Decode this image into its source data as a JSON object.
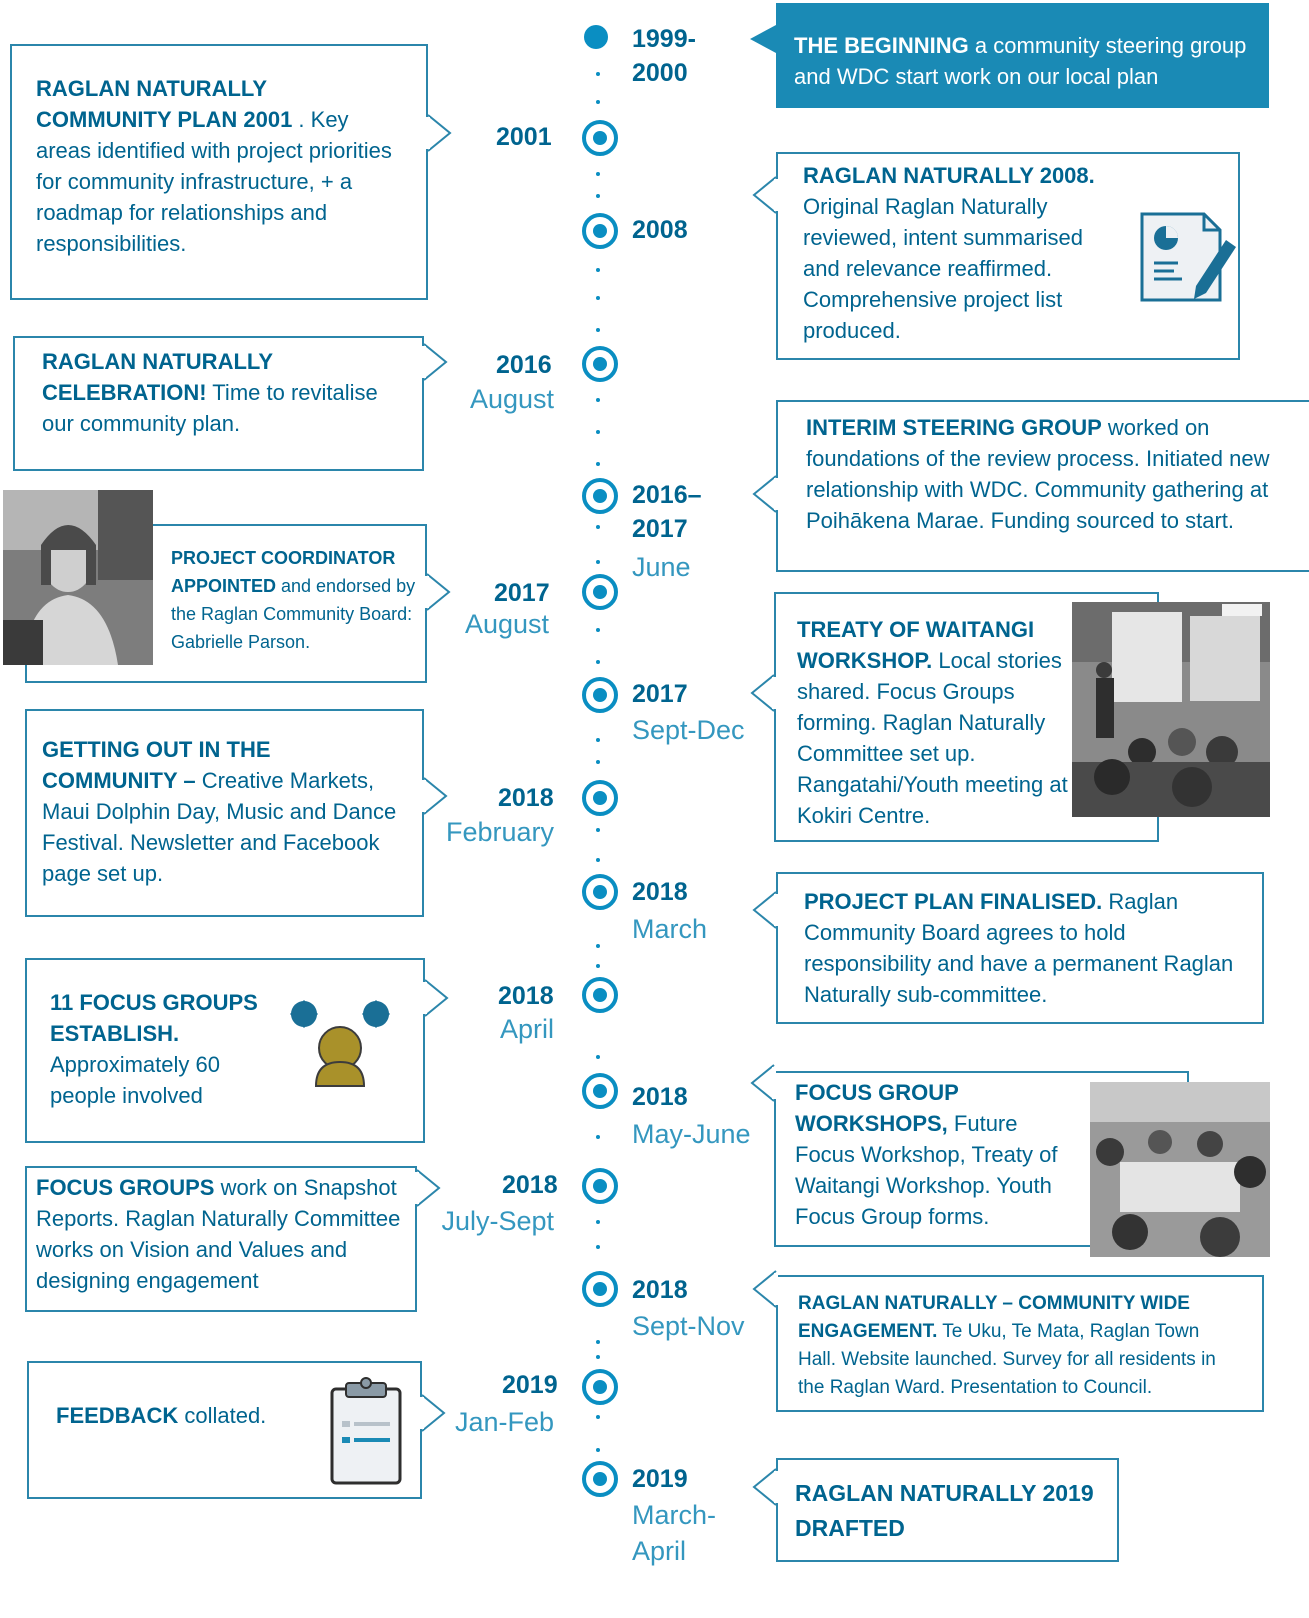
{
  "timeline": {
    "y1999": {
      "year": "1999-\n2000"
    },
    "y2001": {
      "year": "2001"
    },
    "y2008": {
      "year": "2008"
    },
    "y2016": {
      "year": "2016",
      "sub": "August"
    },
    "y2016b": {
      "year": "2016–\n2017",
      "sub": "June"
    },
    "y2017": {
      "year": "2017",
      "sub": "August"
    },
    "y2017b": {
      "year": "2017",
      "sub": "Sept-Dec"
    },
    "y2018a": {
      "year": "2018",
      "sub": "February"
    },
    "y2018b": {
      "year": "2018",
      "sub": "March"
    },
    "y2018c": {
      "year": "2018",
      "sub": "April"
    },
    "y2018d": {
      "year": "2018",
      "sub": "May-June"
    },
    "y2018e": {
      "year": "2018",
      "sub": "July-Sept"
    },
    "y2018f": {
      "year": "2018",
      "sub": "Sept-Nov"
    },
    "y2019a": {
      "year": "2019",
      "sub": "Jan-Feb"
    },
    "y2019b": {
      "year": "2019",
      "sub": "March-\nApril"
    }
  },
  "boxes": {
    "beginning": {
      "bold": "THE BEGINNING",
      "text": " a community steering group and WDC start work on our local plan"
    },
    "plan2001": {
      "bold": "RAGLAN NATURALLY COMMUNITY PLAN 2001",
      "text": " .  Key areas identified with project priorities for community infrastructure, + a roadmap for relationships and responsibilities."
    },
    "rn2008": {
      "bold": "RAGLAN NATURALLY 2008.",
      "text": "Original Raglan Naturally reviewed, intent summarised and relevance reaffirmed. Comprehensive project list produced."
    },
    "celebration": {
      "bold": "RAGLAN NATURALLY CELEBRATION!",
      "text": "  Time to revitalise our community plan."
    },
    "interim": {
      "bold": "INTERIM STEERING GROUP",
      "text": " worked on foundations of the review process.  Initiated new relationship with WDC.  Community gathering at Poihākena Marae.  Funding sourced to start."
    },
    "coordinator": {
      "bold": "PROJECT COORDINATOR APPOINTED",
      "text": " and endorsed by the Raglan Community Board: Gabrielle Parson."
    },
    "treaty": {
      "bold": "TREATY OF WAITANGI WORKSHOP.",
      "text": "  Local stories shared.  Focus Groups forming.  Raglan Naturally Committee set up. Rangatahi/Youth meeting at Kokiri Centre."
    },
    "community": {
      "bold": "GETTING OUT IN THE COMMUNITY –",
      "text": " Creative Markets, Maui Dolphin Day, Music and Dance Festival.  Newsletter and Facebook page set up."
    },
    "projectplan": {
      "bold": "PROJECT PLAN FINALISED.",
      "text": "  Raglan Community Board agrees to hold responsibility and have a permanent Raglan Naturally sub-committee."
    },
    "focus11": {
      "bold": "11 FOCUS GROUPS ESTABLISH.",
      "text": "Approximately 60 people involved"
    },
    "workshops": {
      "bold": "FOCUS GROUP WORKSHOPS,",
      "text": " Future Focus Workshop, Treaty of Waitangi Workshop. Youth Focus Group forms."
    },
    "snapshot": {
      "bold": "FOCUS GROUPS",
      "text": " work on Snapshot Reports.  Raglan Naturally Committee works on Vision and Values and designing engagement"
    },
    "engagement": {
      "bold": "RAGLAN NATURALLY – COMMUNITY WIDE ENGAGEMENT.",
      "text": "  Te Uku, Te Mata, Raglan Town Hall.  Website launched.  Survey for all residents in the Raglan Ward.  Presentation to Council."
    },
    "feedback": {
      "bold": "FEEDBACK",
      "text": " collated."
    },
    "drafted": {
      "bold": "RAGLAN NATURALLY 2019 DRAFTED",
      "text": ""
    }
  },
  "icons": [
    "document-pen-icon",
    "focus-groups-people-icon",
    "clipboard-icon"
  ],
  "colors": {
    "primary": "#00648f",
    "accent": "#0a8ec2",
    "border": "#2b86ab",
    "olive": "#a9912a",
    "teal": "#1a6f96"
  }
}
